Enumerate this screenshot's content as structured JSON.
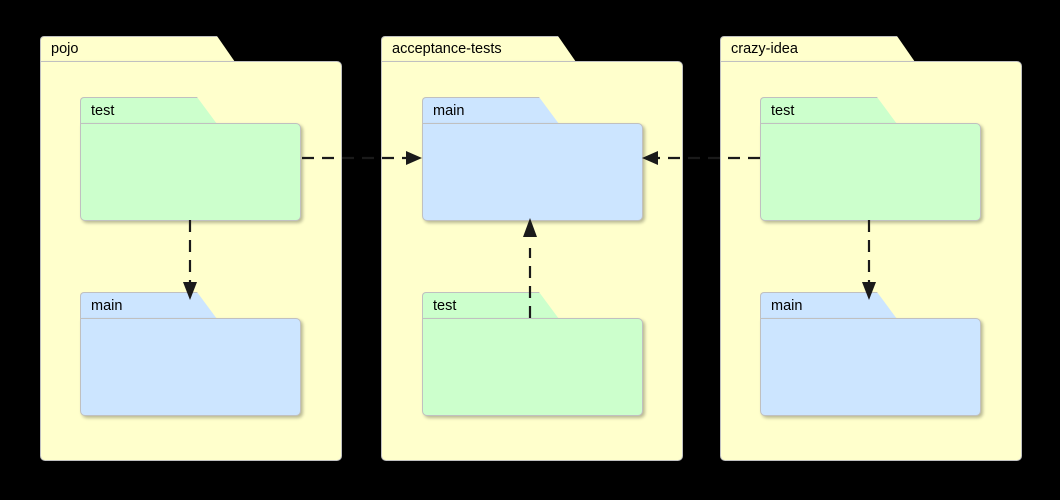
{
  "diagram": {
    "title": "",
    "type": "package-dependency-diagram",
    "background": "#000000",
    "colors": {
      "package_fill": "#FFFFCC",
      "test_fill": "#CCFFCC",
      "main_fill": "#CCE5FF",
      "border": "#C0C0C0",
      "edge": "#1A1A1A"
    },
    "packages": [
      {
        "id": "pojo",
        "label": "pojo",
        "children": [
          {
            "id": "pojo-test",
            "label": "test",
            "kind": "test"
          },
          {
            "id": "pojo-main",
            "label": "main",
            "kind": "main"
          }
        ]
      },
      {
        "id": "acceptance-tests",
        "label": "acceptance-tests",
        "children": [
          {
            "id": "at-main",
            "label": "main",
            "kind": "main"
          },
          {
            "id": "at-test",
            "label": "test",
            "kind": "test"
          }
        ]
      },
      {
        "id": "crazy-idea",
        "label": "crazy-idea",
        "children": [
          {
            "id": "ci-test",
            "label": "test",
            "kind": "test"
          },
          {
            "id": "ci-main",
            "label": "main",
            "kind": "main"
          }
        ]
      }
    ],
    "edges": [
      {
        "id": "edge-pojo-test-to-pojo-main",
        "from": "pojo-test",
        "to": "pojo-main",
        "style": "dashed",
        "arrow": "down"
      },
      {
        "id": "edge-pojo-test-to-at-main",
        "from": "pojo-test",
        "to": "at-main",
        "style": "dashed",
        "arrow": "right"
      },
      {
        "id": "edge-at-test-to-at-main",
        "from": "at-test",
        "to": "at-main",
        "style": "dashed",
        "arrow": "up"
      },
      {
        "id": "edge-ci-test-to-at-main",
        "from": "ci-test",
        "to": "at-main",
        "style": "dashed",
        "arrow": "left"
      },
      {
        "id": "edge-ci-test-to-ci-main",
        "from": "ci-test",
        "to": "ci-main",
        "style": "dashed",
        "arrow": "down"
      }
    ]
  }
}
